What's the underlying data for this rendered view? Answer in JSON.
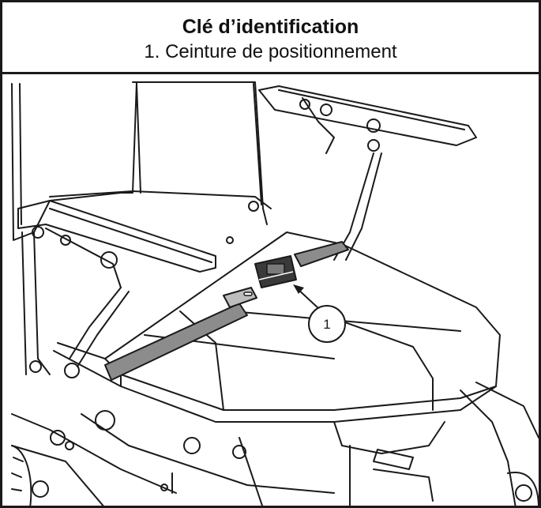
{
  "header": {
    "title": "Clé d’identification",
    "subtitle": "1. Ceinture de positionnement"
  },
  "callouts": [
    {
      "number": "1"
    }
  ],
  "colors": {
    "line": "#1a1a1a",
    "belt": "#8c8c8c",
    "buckle": "#3a3a3a"
  }
}
